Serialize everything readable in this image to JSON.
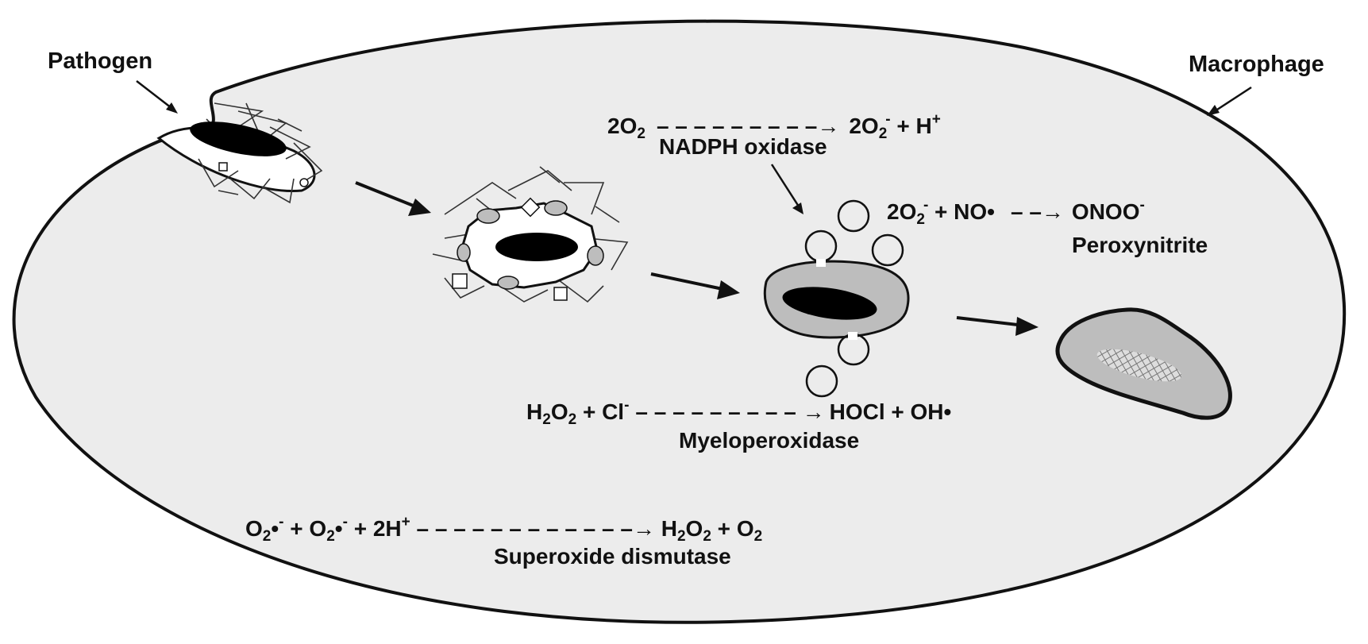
{
  "labels": {
    "pathogen": "Pathogen",
    "macrophage": "Macrophage",
    "nadph_oxidase": "NADPH oxidase",
    "peroxynitrite": "Peroxynitrite",
    "myeloperoxidase": "Myeloperoxidase",
    "superoxide_dismutase": "Superoxide dismutase"
  },
  "reactions": {
    "nadph": {
      "lhs_coef": "2O",
      "lhs_sub": "2",
      "arrow": "– – – – – – – – –→",
      "rhs_coef": "2O",
      "rhs_sub": "2",
      "rhs_sup": "-",
      "rhs_tail": " + H",
      "rhs_tail_sup": "+"
    },
    "peroxy": {
      "lhs_coef": "2O",
      "lhs_sub": "2",
      "lhs_sup": "-",
      "lhs_tail": " + NO•",
      "arrow": "– –→",
      "rhs": "ONOO",
      "rhs_sup": "-"
    },
    "mpo": {
      "h": "H",
      "h_sub": "2",
      "o": "O",
      "o_sub": "2",
      "plus_cl": " + Cl",
      "cl_sup": "-",
      "arrow": "– – – – – – – – – →",
      "rhs": "HOCl  +  OH•"
    },
    "sod": {
      "o1": "O",
      "o1_sub": "2",
      "o1_rad": "•",
      "o1_sup": "-",
      "plus1": "  +  ",
      "o2": "O",
      "o2_sub": "2",
      "o2_rad": "•",
      "o2_sup": "-",
      "plus2": "  +  2H",
      "h_sup": "+",
      "arrow": " – – – – – – – – – – – –→ ",
      "rhs_h": "H",
      "rhs_h_sub": "2",
      "rhs_o": "O",
      "rhs_o_sub": "2",
      "rhs_tail": " + O",
      "rhs_tail_sub": "2"
    }
  },
  "colors": {
    "cell_fill": "#ececec",
    "outline": "#111111",
    "vesicle_fill": "#bdbdbd",
    "pathogen_body": "#000000",
    "white": "#ffffff"
  }
}
